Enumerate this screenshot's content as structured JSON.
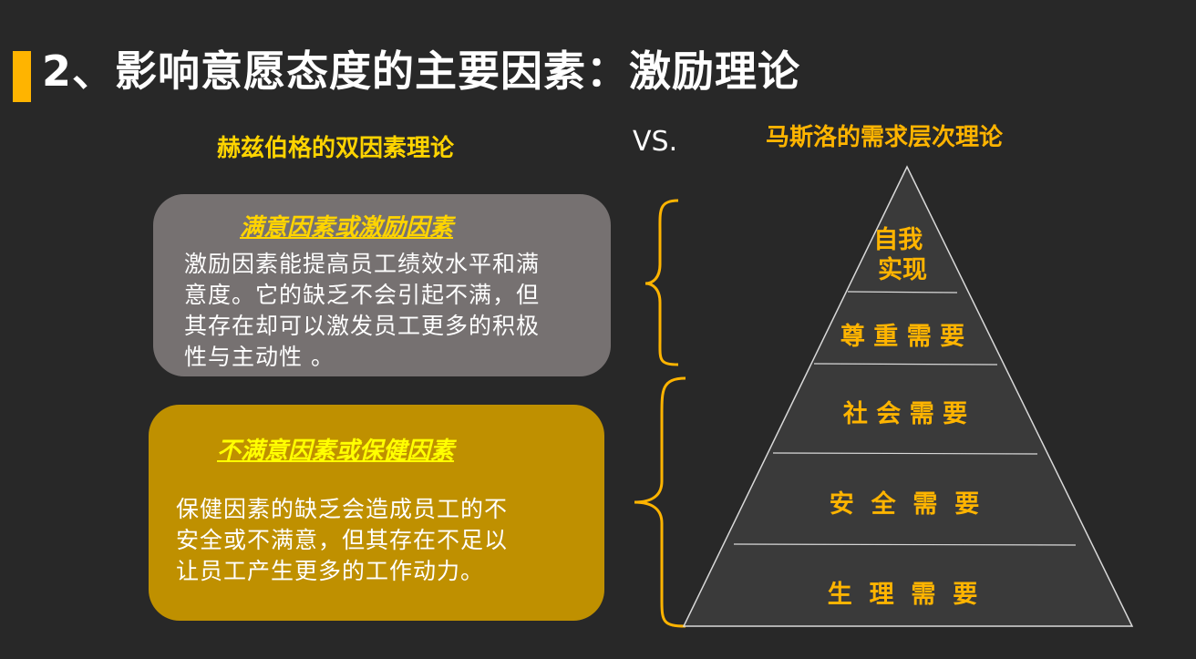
{
  "header": {
    "title": "2、影响意愿态度的主要因素：激励理论"
  },
  "left": {
    "heading": "赫兹伯格的双因素理论",
    "cards": [
      {
        "title": "满意因素或激励因素",
        "lines": [
          "激励因素能提高员工绩效水平和满",
          "意度。它的缺乏不会引起不满，但",
          "其存在却可以激发员工更多的积极",
          "性与主动性 。"
        ]
      },
      {
        "title": "不满意因素或保健因素",
        "lines": [
          "保健因素的缺乏会造成员工的不",
          "安全或不满意，但其存在不足以",
          "让员工产生更多的工作动力。"
        ]
      }
    ]
  },
  "vs_label": "VS.",
  "right": {
    "heading": "马斯洛的需求层次理论",
    "pyramid_levels": [
      {
        "lines": [
          "自我",
          "实现"
        ]
      },
      {
        "lines": [
          "尊 重 需 要"
        ]
      },
      {
        "lines": [
          "社 会 需 要"
        ]
      },
      {
        "lines": [
          "安  全  需  要"
        ]
      },
      {
        "lines": [
          "生  理  需  要"
        ]
      }
    ]
  },
  "colors": {
    "background": "#282828",
    "accent": "#ffb400",
    "gray_card": "#767171",
    "gold_card": "#bf9000",
    "pyramid_fill": "#3a3a3a"
  }
}
